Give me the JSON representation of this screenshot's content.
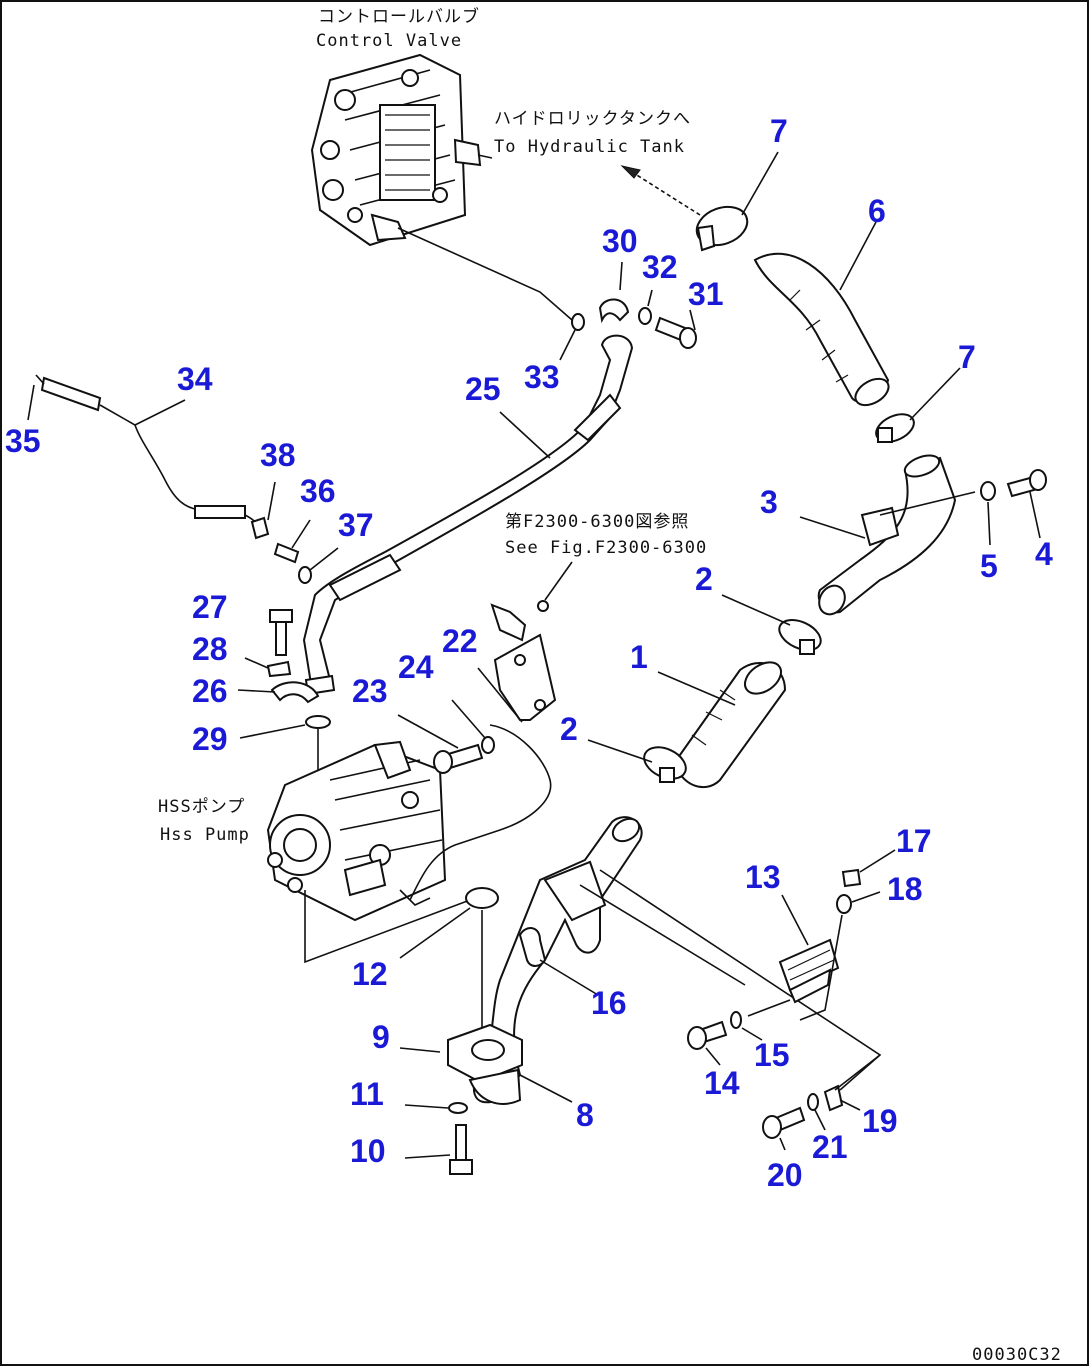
{
  "labels": {
    "control_valve_jp": "コントロールバルブ",
    "control_valve_en": "Control Valve",
    "to_tank_jp": "ハイドロリックタンクへ",
    "to_tank_en": "To Hydraulic Tank",
    "see_fig_jp": "第F2300-6300図参照",
    "see_fig_en": "See Fig.F2300-6300",
    "pump_jp": "HSSポンプ",
    "pump_en": "Hss Pump",
    "figure_code": "00030C32"
  },
  "callouts": [
    "1",
    "2",
    "2",
    "3",
    "4",
    "5",
    "6",
    "7",
    "7",
    "8",
    "9",
    "10",
    "11",
    "12",
    "13",
    "14",
    "15",
    "16",
    "17",
    "18",
    "19",
    "20",
    "21",
    "22",
    "23",
    "24",
    "25",
    "26",
    "27",
    "28",
    "29",
    "30",
    "31",
    "32",
    "33",
    "34",
    "35",
    "36",
    "37",
    "38"
  ],
  "colors": {
    "callout": "#1a1ad6",
    "line": "#111111"
  }
}
